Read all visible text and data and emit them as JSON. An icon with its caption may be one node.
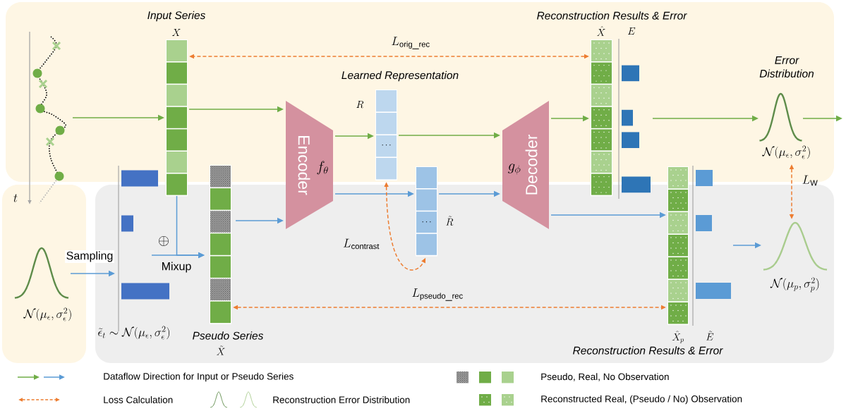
{
  "diagram": {
    "nodes": [
      {
        "text": [],
        "shape": "picture"
      },
      {
        "text": [
          "Input Series",
          "X"
        ]
      },
      {
        "text": [
          "Encoder",
          "f_\\theta"
        ]
      },
      {
        "text": [
          "Learned Representation",
          "R",
          "\\cdots"
        ]
      },
      {
        "text": [
          "\\cdots",
          "\\tilde{R}"
        ]
      },
      {
        "text": [
          "Decoder",
          "g_\\phi"
        ]
      },
      {
        "text": [
          "Reconstruction Results & Error",
          "\\hat{X}"
        ]
      },
      {
        "text": [
          "E"
        ]
      },
      {
        "text": [
          "Error Distribution",
          "\\mathcal{N}(\\mu_\\epsilon, \\sigma_\\epsilon^2)"
        ]
      },
      {
        "text": [
          "\\mathcal{N}(\\mu_\\epsilon, \\sigma_\\epsilon^2)"
        ]
      },
      {
        "text": [
          "\\tilde{\\epsilon}_t \\sim \\mathcal{N}(\\mu_\\epsilon, \\sigma_\\epsilon^2)"
        ]
      },
      {
        "text": [
          "Pseudo Series",
          "\\tilde{X}"
        ]
      },
      {
        "text": [
          "\\hat{X}_p",
          "Reconstruction Results & Error"
        ]
      },
      {
        "text": [
          "\\tilde{E}"
        ]
      },
      {
        "text": [
          "\\mathcal{N}(\\mu_p, \\sigma_p^2)"
        ]
      }
    ],
    "edges": [
      {
        "from": 0,
        "to": 1,
        "arrow": "to",
        "color": "#70ad47"
      },
      {
        "from": 1,
        "to": 2,
        "arrow": "to",
        "color": "#70ad47"
      },
      {
        "from": 2,
        "to": 3,
        "arrow": "to",
        "color": "#70ad47"
      },
      {
        "from": 3,
        "to": 5,
        "arrow": "to",
        "color": "#70ad47"
      },
      {
        "from": 5,
        "to": 6,
        "arrow": "to",
        "color": "#70ad47"
      },
      {
        "from": 7,
        "to": 8,
        "arrow": "to",
        "color": "#70ad47"
      },
      {
        "from": 8,
        "to": null,
        "arrow": "to",
        "color": "#70ad47"
      },
      {
        "from": 9,
        "to": 10,
        "arrow": "to",
        "label": "Sampling"
      },
      {
        "from": 10,
        "to": 11,
        "arrow": "to",
        "label": "Mixup"
      },
      {
        "from": 1,
        "to": 11,
        "arrow": "to"
      },
      {
        "from": 11,
        "to": 2,
        "arrow": "to"
      },
      {
        "from": 2,
        "to": 4,
        "arrow": "to"
      },
      {
        "from": 4,
        "to": 5,
        "arrow": "to"
      },
      {
        "from": 5,
        "to": 12,
        "arrow": "to"
      },
      {
        "from": 13,
        "to": 14,
        "arrow": "to"
      },
      {
        "from": 6,
        "to": 1,
        "arrow": "both",
        "style": "dashed",
        "color": "#ed7d31",
        "label": "L_{\\mathrm{orig\\_rec}}"
      },
      {
        "from": 3,
        "to": 4,
        "arrow": "both",
        "style": "dashed",
        "color": "#ed7d31",
        "label": "L_{\\mathrm{contrast}}"
      },
      {
        "from": 11,
        "to": 12,
        "arrow": "both",
        "style": "dashed",
        "color": "#ed7d31",
        "label": "L_{\\mathrm{pseudo\\_rec}}"
      },
      {
        "from": 8,
        "to": 14,
        "arrow": "both",
        "style": "dashed",
        "color": "#ed7d31",
        "label": "L_{\\mathrm{W}}"
      }
    ],
    "labels": [
      "t",
      "\\oplus"
    ],
    "legend": [
      {
        "text": "Dataflow Direction for Input or Pseudo Series"
      },
      {
        "text": "Pseudo, Real, No Observation"
      },
      {
        "text": "Loss Calculation"
      },
      {
        "text": "Reconstruction Error Distribution"
      },
      {
        "text": "Reconstructed Real, (Pseudo / No) Observation"
      }
    ]
  }
}
